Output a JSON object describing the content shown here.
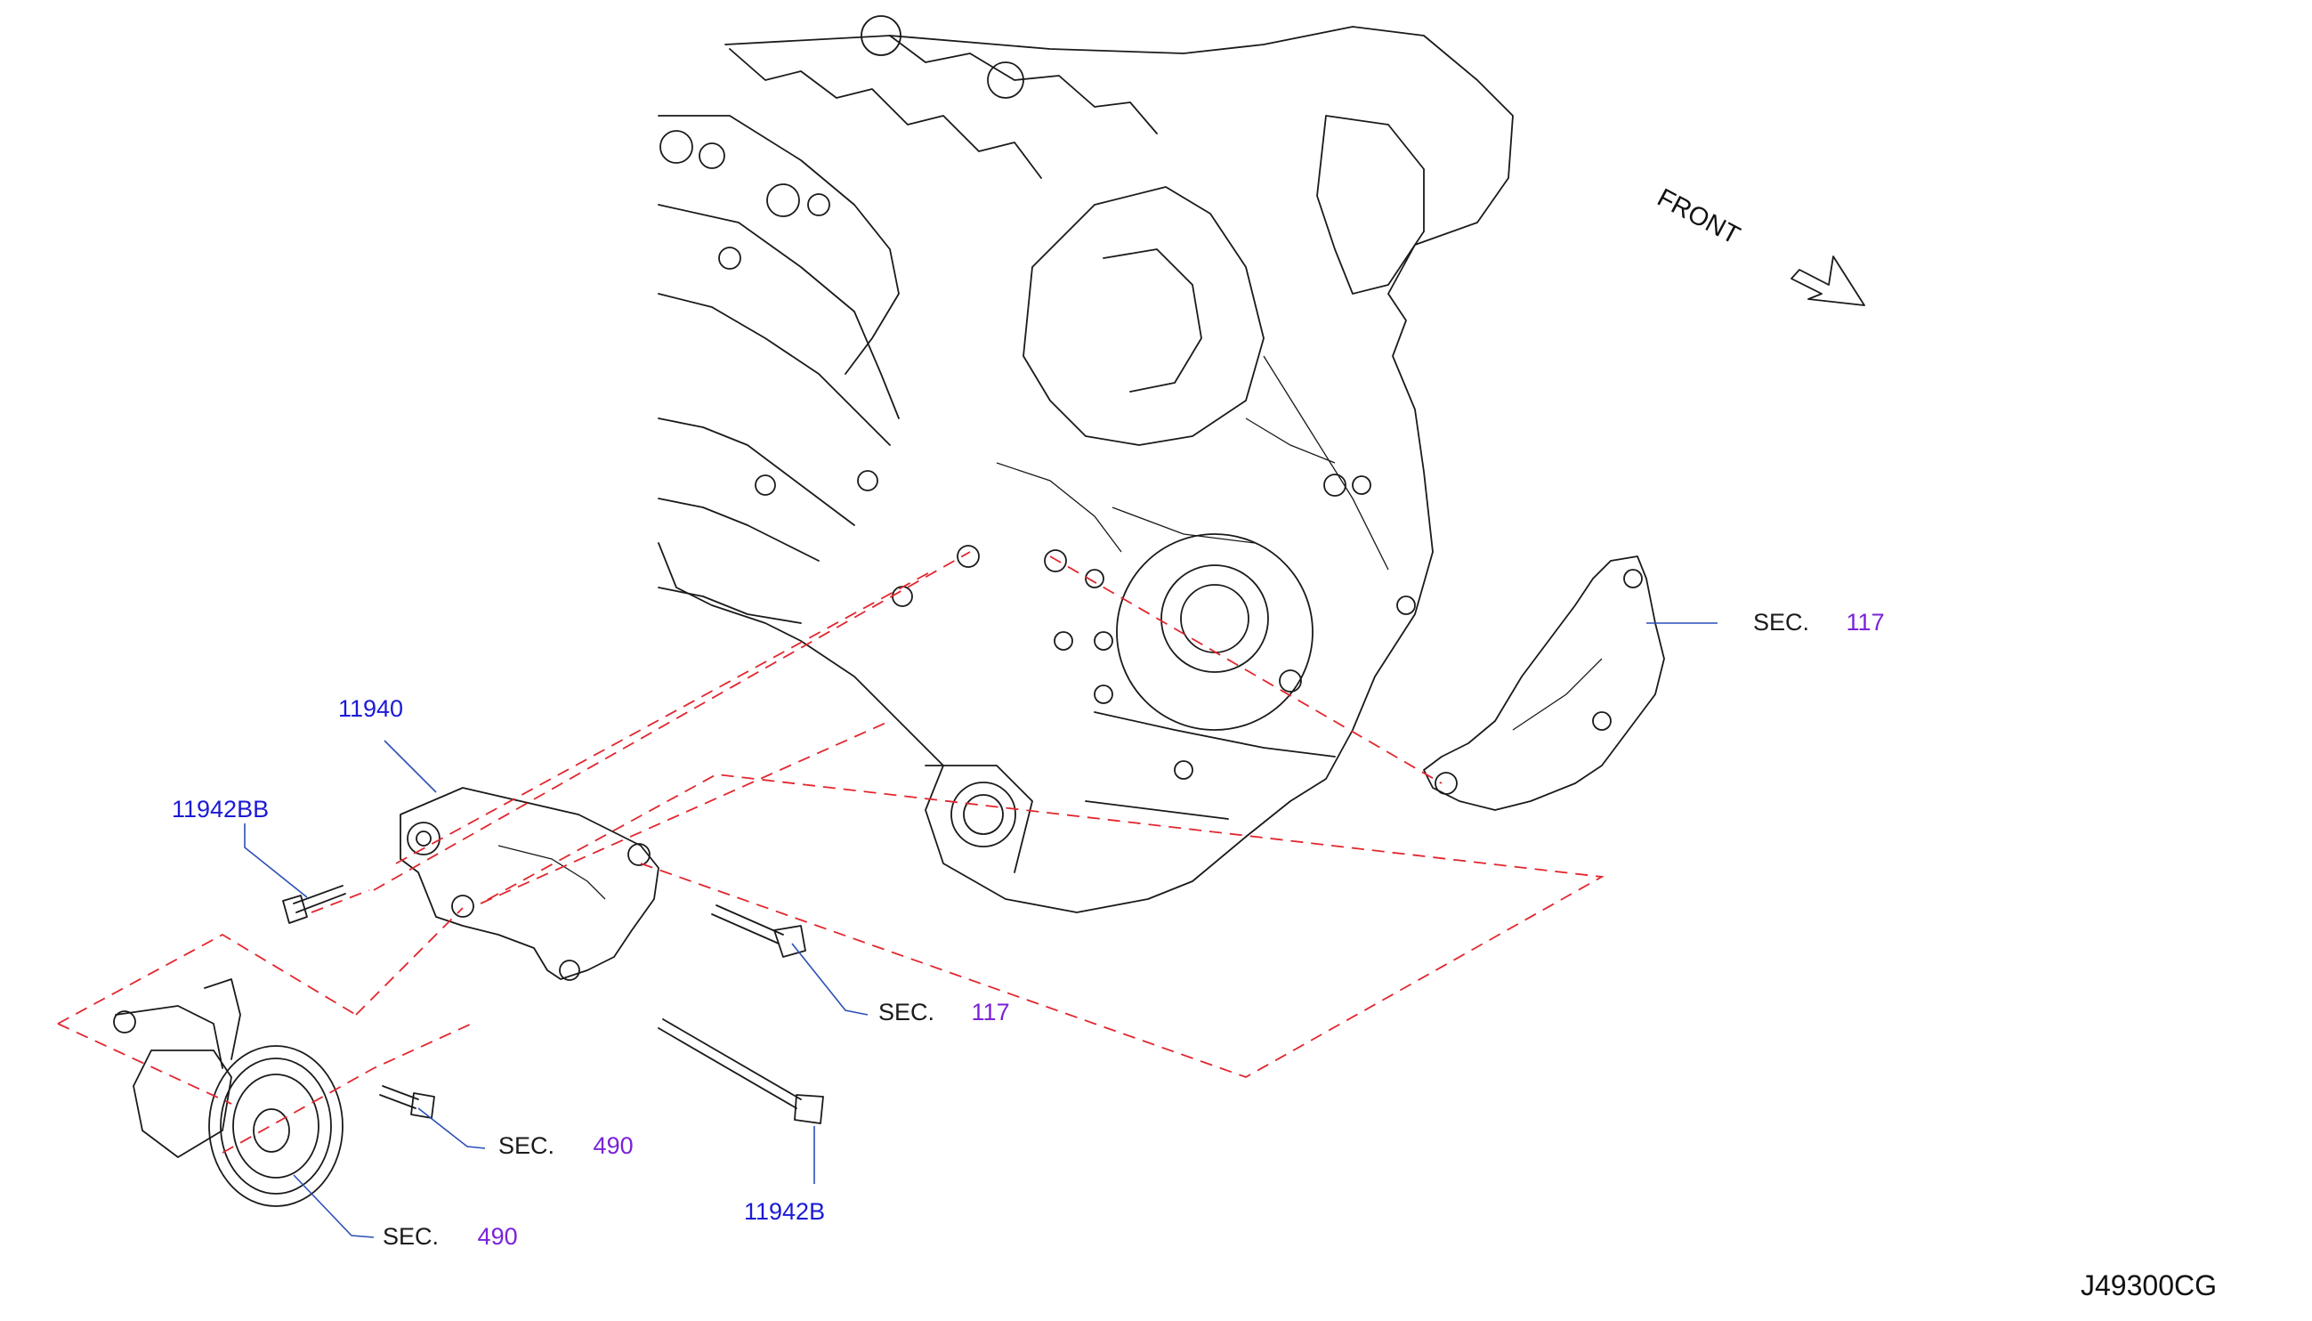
{
  "diagram_code": "J49300CG",
  "direction_label": "FRONT",
  "callouts": [
    {
      "id": "c1",
      "part": "11940"
    },
    {
      "id": "c2",
      "part": "11942BB"
    },
    {
      "id": "c3",
      "sec": "SEC.",
      "num": "117"
    },
    {
      "id": "c4",
      "sec": "SEC.",
      "num": "117"
    },
    {
      "id": "c5",
      "sec": "SEC.",
      "num": "490"
    },
    {
      "id": "c6",
      "sec": "SEC.",
      "num": "490"
    },
    {
      "id": "c7",
      "part": "11942B"
    }
  ],
  "colors": {
    "part_number": "#1a1ad6",
    "section_number": "#7a22d8",
    "dashed_guide": "#e2262e",
    "leader": "#2b4fb8"
  }
}
